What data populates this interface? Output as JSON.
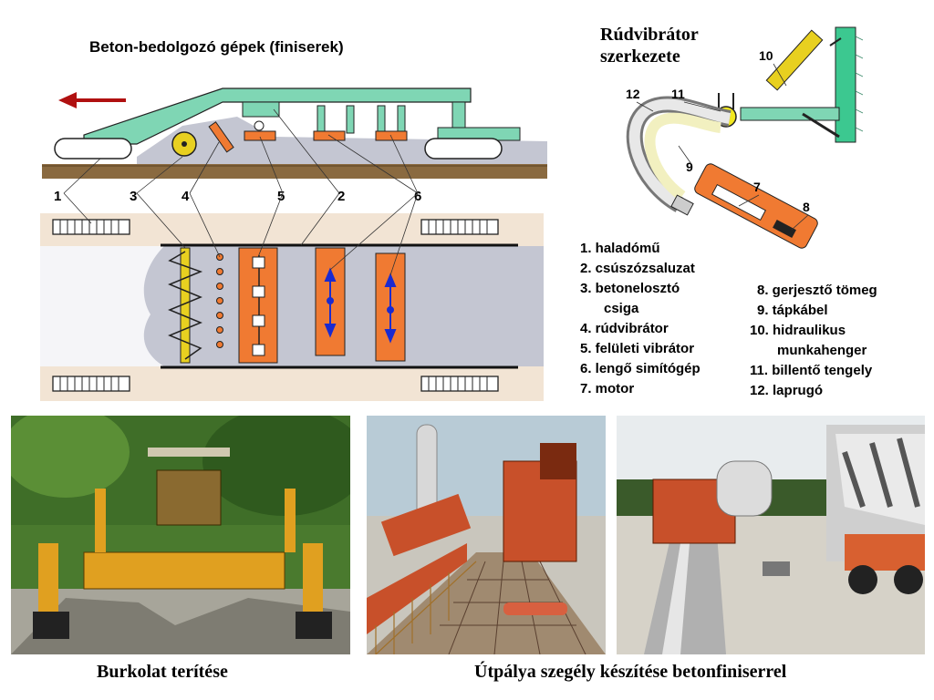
{
  "title_left": "Beton-bedolgozó gépek (finiserek)",
  "title_right": [
    "Rúdvibrátor",
    "szerkezete"
  ],
  "side_callouts": [
    "1",
    "3",
    "4",
    "5",
    "2",
    "6"
  ],
  "vibrator_callouts": [
    "10",
    "12",
    "11",
    "9",
    "7",
    "8"
  ],
  "legend_left": [
    {
      "text": "1. haladómű"
    },
    {
      "text": "2. csúszózsaluzat"
    },
    {
      "text": "3. betonelosztó"
    },
    {
      "text": "csiga",
      "indent": true
    },
    {
      "text": "4. rúdvibrátor"
    },
    {
      "text": "5. felületi vibrátor"
    },
    {
      "text": "6. lengő simítógép"
    },
    {
      "text": "7. motor"
    }
  ],
  "legend_right": [
    "8. gerjesztő tömeg",
    "9. tápkábel",
    "10. hidraulikus",
    "munkahenger",
    "11. billentő tengely",
    "12. laprugó"
  ],
  "captions": {
    "left": "Burkolat terítése",
    "right": "Útpálya szegély készítése betonfiniserrel"
  },
  "colors": {
    "machine_frame": "#7fd6b4",
    "orange": "#f07a32",
    "yellow": "#e8d020",
    "concrete": "#c4c6d2",
    "soil": "#f2e4d4",
    "ground": "#8a6a40",
    "arrow": "#b01010"
  }
}
